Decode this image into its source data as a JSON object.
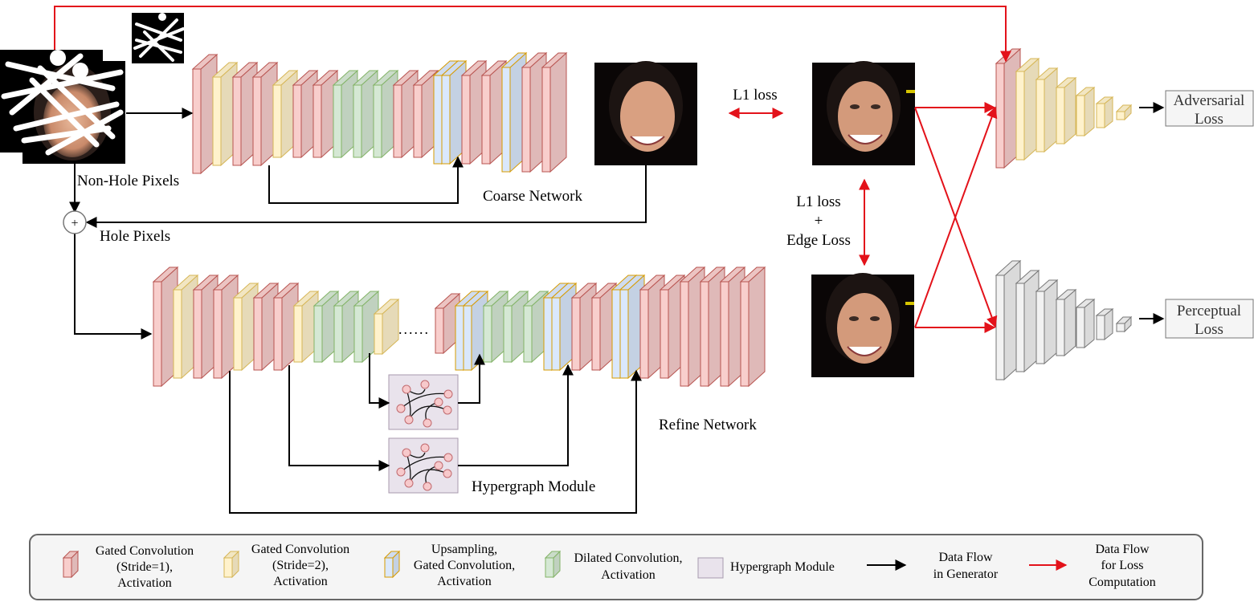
{
  "labels": {
    "non_hole": "Non-Hole Pixels",
    "hole": "Hole Pixels",
    "coarse": "Coarse Network",
    "refine": "Refine Network",
    "hypergraph": "Hypergraph Module",
    "l1_top": "L1 loss",
    "l1_mid_1": "L1 loss",
    "l1_mid_2": "+",
    "l1_mid_3": "Edge Loss",
    "adv_1": "Adversarial",
    "adv_2": "Loss",
    "perc_1": "Perceptual",
    "perc_2": "Loss",
    "dots": "......",
    "plus": "+"
  },
  "legend": {
    "gated1": [
      "Gated Convolution",
      "(Stride=1),",
      "Activation"
    ],
    "gated2": [
      "Gated Convolution",
      "(Stride=2),",
      "Activation"
    ],
    "upsample": [
      "Upsampling,",
      "Gated Convolution,",
      "Activation"
    ],
    "dilated": [
      "Dilated Convolution,",
      "Activation"
    ],
    "hyper": "Hypergraph Module",
    "flow_gen": [
      "Data Flow",
      "in Generator"
    ],
    "flow_loss": [
      "Data Flow",
      "for Loss",
      "Computation"
    ]
  },
  "colors": {
    "gated1": "#f8cecc",
    "gated1_stroke": "#b85450",
    "gated2": "#fff2cc",
    "gated2_stroke": "#d6b656",
    "upsample": "#dae8fc",
    "upsample_stroke": "#d79b00",
    "dilated": "#d5e8d4",
    "dilated_stroke": "#82b366",
    "hyper": "#e9e3ec",
    "disc_gray": "#f2f2f2",
    "red_flow": "#e3121a",
    "black_flow": "#000000"
  }
}
